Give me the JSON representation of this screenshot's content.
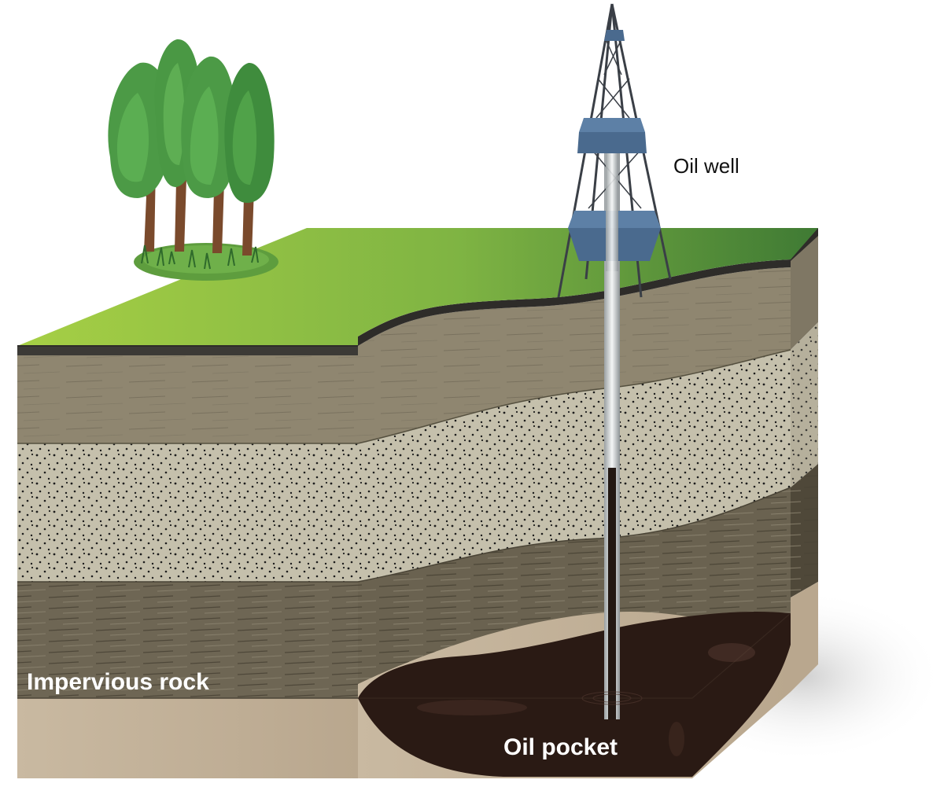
{
  "labels": {
    "oil_well": "Oil well",
    "impervious_rock": "Impervious rock",
    "oil_pocket": "Oil pocket"
  },
  "colors": {
    "grass_light": "#9cc84b",
    "grass_dark": "#3f7a34",
    "soil_top": "#8f8670",
    "sand_layer": "#c5c0ac",
    "shale_layer": "#6e6654",
    "bedrock": "#c8b8a0",
    "oil": "#2a1a14",
    "derrick_blue": "#4a6a8e",
    "pipe_silver": "#d8dcdc",
    "tree_green": "#4ea04a"
  }
}
